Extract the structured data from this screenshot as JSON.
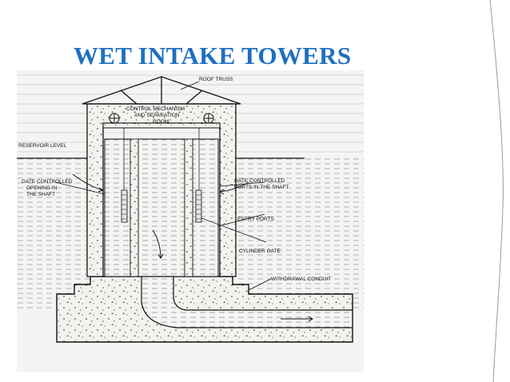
{
  "slide": {
    "title": "WET INTAKE TOWERS",
    "accent_color": "#1f6fc0"
  },
  "diagram": {
    "labels": {
      "roof_truss": "ROOF TRUSS",
      "control_room_1": "CONTROL MECHANISM",
      "control_room_2": "AND SEPARATION",
      "control_room_3": "ROOM",
      "reservoir_level": "RESERVOIR LEVEL",
      "gate_opening_1": "GATE CONTROLLED",
      "gate_opening_2": "OPENING IN",
      "gate_opening_3": "THE SHAFT",
      "gate_ports_1": "GATE CONTROLLED",
      "gate_ports_2": "PORTS IN THE SHAFT",
      "entry_ports": "ENTRY PORTS",
      "cylinder_gate": "CYLINDER GATE",
      "withdrawal_conduit": "WITHDRAWAL CONDUIT"
    }
  }
}
